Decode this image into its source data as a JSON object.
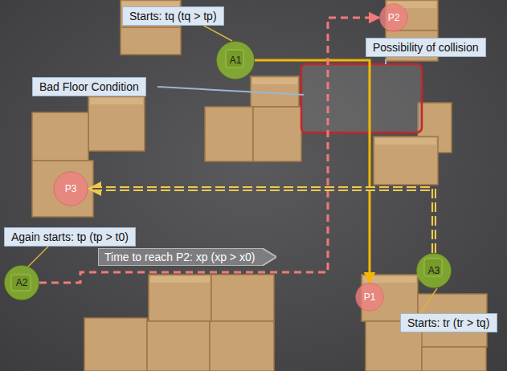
{
  "diagram": {
    "nodes": [
      {
        "text": [
          "Starts: tq (tq > tp)"
        ]
      },
      {
        "text": [
          "A1"
        ]
      },
      {
        "text": [
          "P2"
        ]
      },
      {
        "text": [
          "Possibility of collision"
        ]
      },
      {
        "text": [
          "Bad Floor Condition"
        ]
      },
      {
        "text": [
          "P3"
        ]
      },
      {
        "text": [
          "Again starts: tp (tp > t0)"
        ]
      },
      {
        "text": [
          "A2"
        ]
      },
      {
        "text": [
          "Time to reach P2: xp (xp > x0)"
        ]
      },
      {
        "text": [
          "A3"
        ]
      },
      {
        "text": [
          "P1"
        ]
      },
      {
        "text": [
          "Starts: tr (tr > tq)"
        ]
      }
    ],
    "edges": [
      {
        "from": 1,
        "to": 10,
        "arrow": "to"
      },
      {
        "from": 7,
        "to": 2,
        "arrow": "to"
      },
      {
        "from": 9,
        "to": 5,
        "arrow": "to"
      },
      {
        "from": 0,
        "to": 1,
        "arrow": "none"
      },
      {
        "from": 6,
        "to": 7,
        "arrow": "none"
      },
      {
        "from": 11,
        "to": 9,
        "arrow": "none"
      }
    ]
  }
}
